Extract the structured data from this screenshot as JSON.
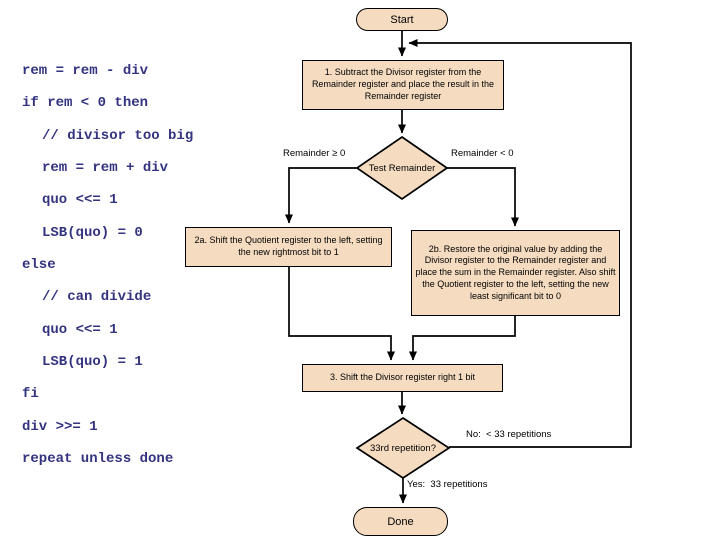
{
  "code_panel": {
    "color": "#333380",
    "lines": [
      {
        "text": "rem = rem - div",
        "indent": 0
      },
      {
        "text": "if rem < 0 then",
        "indent": 0
      },
      {
        "text": "// divisor too big",
        "indent": 1
      },
      {
        "text": "rem = rem + div",
        "indent": 1
      },
      {
        "text": "quo <<= 1",
        "indent": 1
      },
      {
        "text": "LSB(quo) = 0",
        "indent": 1
      },
      {
        "text": "else",
        "indent": 0
      },
      {
        "text": "// can divide",
        "indent": 1
      },
      {
        "text": "quo <<= 1",
        "indent": 1
      },
      {
        "text": "LSB(quo) = 1",
        "indent": 1
      },
      {
        "text": "fi",
        "indent": 0
      },
      {
        "text": "div >>= 1",
        "indent": 0
      },
      {
        "text": "repeat unless done",
        "indent": 0
      }
    ]
  },
  "flowchart": {
    "shape_fill": "#F5DCC0",
    "shape_border": "#000000",
    "start_label": "Start",
    "box1": "1. Subtract the Divisor register from the Remainder register and place the result in the Remainder register",
    "decision1": "Test Remainder",
    "branch_left_label": "Remainder ≥ 0",
    "branch_right_label": "Remainder < 0",
    "box2a": "2a. Shift the Quotient register to the left, setting the new rightmost bit to 1",
    "box2b": "2b. Restore the original value by adding the Divisor register to the Remainder register and place the sum in the Remainder register. Also shift the Quotient register to the left, setting the new least significant bit to 0",
    "box3": "3. Shift the Divisor register right 1 bit",
    "decision2": "33rd repetition?",
    "no_label": "No:  < 33 repetitions",
    "yes_label": "Yes:  33 repetitions",
    "done_label": "Done"
  }
}
